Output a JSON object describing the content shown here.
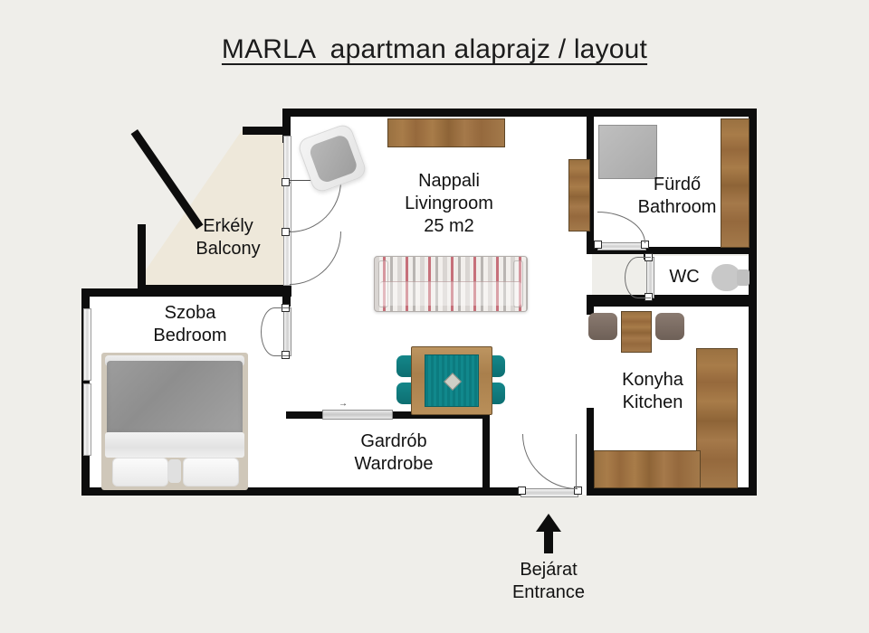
{
  "title": {
    "underlined": "MARLA  apartman alaprajz / layout"
  },
  "rooms": [
    {
      "key": "livingroom",
      "name_hu": "Nappali",
      "name_en": "Livingroom",
      "area": "25 m2",
      "label": "Nappali\nLivingroom\n25 m2"
    },
    {
      "key": "balcony",
      "name_hu": "Erkély",
      "name_en": "Balcony",
      "area": "",
      "label": "Erkély\nBalcony"
    },
    {
      "key": "bedroom",
      "name_hu": "Szoba",
      "name_en": "Bedroom",
      "area": "",
      "label": "Szoba\nBedroom"
    },
    {
      "key": "wardrobe",
      "name_hu": "Gardrób",
      "name_en": "Wardrobe",
      "area": "",
      "label": "Gardrób\nWardrobe"
    },
    {
      "key": "bathroom",
      "name_hu": "Fürdő",
      "name_en": "Bathroom",
      "area": "",
      "label": "Fürdő\nBathroom"
    },
    {
      "key": "wc",
      "name_hu": "WC",
      "name_en": "WC",
      "area": "",
      "label": "WC"
    },
    {
      "key": "kitchen",
      "name_hu": "Konyha",
      "name_en": "Kitchen",
      "area": "",
      "label": "Konyha\nKitchen"
    }
  ],
  "entrance": {
    "label": "Bejárat\nEntrance",
    "name_hu": "Bejárat",
    "name_en": "Entrance"
  },
  "colors": {
    "background": "#efeeea",
    "wall": "#0d0d0d",
    "room_floor": "#ffffff",
    "balcony_floor": "#eee8da",
    "wood": "#a07447",
    "table_teal": "#0f7f83",
    "bed_duvet": "#9a9a9a",
    "shower_gray": "#b4b4b4",
    "sofa_stripe_pink": "#c6707a"
  }
}
